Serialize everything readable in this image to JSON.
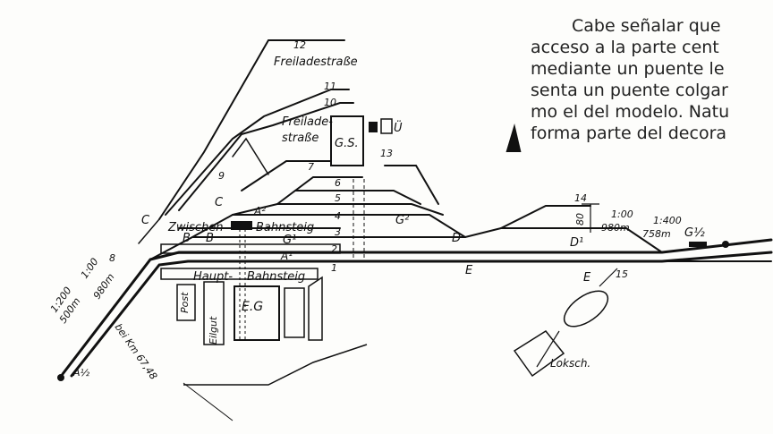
{
  "paragraph": {
    "lines": [
      "Cabe señalar que",
      "acceso a la parte cent",
      "mediante un puente le",
      "senta un puente colgar",
      "mo el del modelo. Natu",
      "forma parte del decora"
    ]
  },
  "plan": {
    "labels": {
      "freiladestrasse_top": "Freiladestraße",
      "freilade": "Freilade-",
      "strasse": "straße",
      "gs": "G.S.",
      "u": "Ü",
      "zwischen_bahnsteig": "Zwischen",
      "bahnsteig": "Bahnsteig",
      "haupt": "Haupt-",
      "haupt_bahnsteig": "Bahnsteig",
      "post": "Post",
      "eilgut": "Eilgut",
      "eg": "E.G",
      "loksch": "Loksch.",
      "gradient_left": "1:200",
      "gradient_left2": "1:00",
      "dist_500": "500m",
      "dist_980_left": "980m",
      "km": "bei Km 67,48",
      "gradient_right": "1:00",
      "gradient_right2": "1:400",
      "dist_980_right": "980m",
      "dist_758": "758m",
      "g_half": "G½",
      "a_half": "A½",
      "dim_80": "80"
    },
    "track_numbers": [
      "12",
      "11",
      "10",
      "9",
      "7",
      "6",
      "5",
      "4",
      "3",
      "2",
      "1",
      "13",
      "14",
      "15",
      "8"
    ],
    "signals": {
      "A1": "A¹",
      "A2": "A²",
      "B": "B",
      "B2": "B",
      "C": "C",
      "C2": "C",
      "D": "D",
      "D1": "D¹",
      "E": "E",
      "E2": "E",
      "G1": "G¹",
      "G2": "G²"
    }
  }
}
